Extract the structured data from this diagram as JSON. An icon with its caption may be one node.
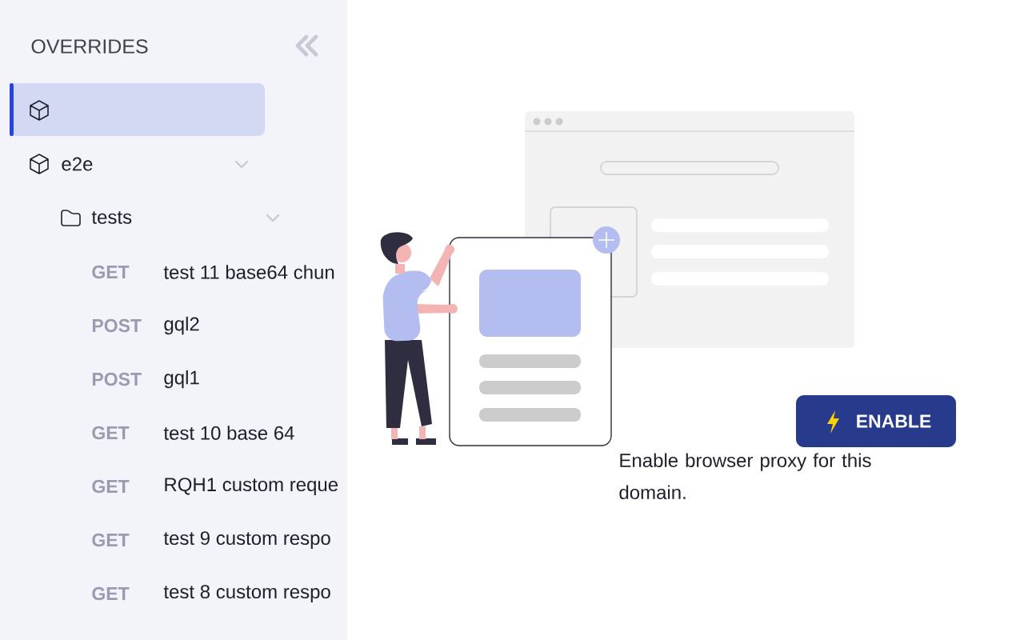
{
  "diagram": {
    "title": "OVERRIDES",
    "nodes": [
      {
        "text": [],
        "shape": "box"
      },
      {
        "text": [
          "ENABLE"
        ]
      }
    ],
    "labels": [
      "e2e",
      "tests",
      "GET",
      "test 11 base64 chun",
      "POST",
      "gql2",
      "POST",
      "gql1",
      "GET",
      "test 10 base 64",
      "GET",
      "RQH1 custom reque",
      "GET",
      "test 9 custom respo",
      "GET",
      "test 8 custom respo",
      "Enable browser proxy for this domain."
    ]
  }
}
